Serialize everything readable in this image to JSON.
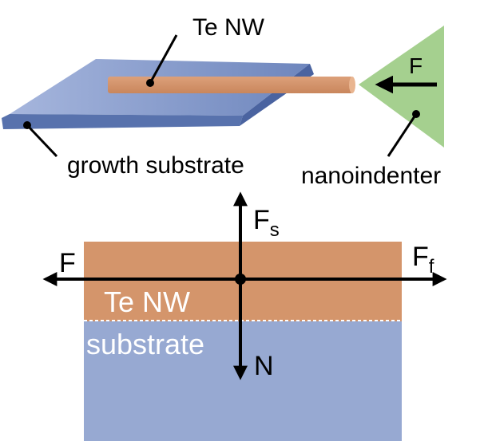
{
  "top": {
    "nanowire_label": "Te NW",
    "substrate_label": "growth substrate",
    "indenter_label": "nanoindenter",
    "force_label": "F"
  },
  "bottom": {
    "force_left": "F",
    "force_up": "F",
    "force_up_sub": "s",
    "force_right": "F",
    "force_right_sub": "f",
    "force_down": "N",
    "nanowire_label": "Te NW",
    "substrate_label": "substrate"
  },
  "colors": {
    "substrate_top": "#8a9fcc",
    "substrate_side": "#4f6aa6",
    "nanowire": "#d4956b",
    "nanoindenter": "#a5d08f",
    "panel_nanowire": "#d4956b",
    "panel_substrate": "#97a9d2",
    "ink": "#000000",
    "inverse_text": "#ffffff"
  }
}
